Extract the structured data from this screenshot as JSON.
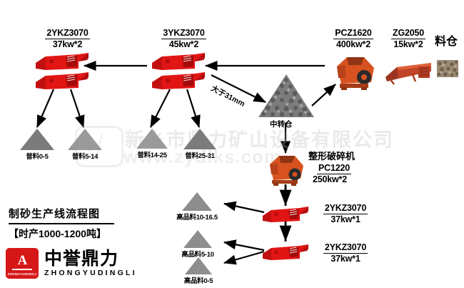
{
  "title_block": {
    "line1": "制砂生产线流程图",
    "line2": "【时产1000-1200吨】"
  },
  "brand": {
    "logo_glyph": "A",
    "logo_sub": "ZHONGYUDINGLI",
    "name_cn": "中誉鼎力",
    "name_en": "ZHONGYUDINGLI"
  },
  "watermark": {
    "company": "新乡市鼎力矿山设备有限公司",
    "url": "www.zydlks.com"
  },
  "machines": {
    "screen_left": {
      "model": "2YKZ3070",
      "power": "37kw*2"
    },
    "screen_mid": {
      "model": "3YKZ3070",
      "power": "45kw*2"
    },
    "hammer_crusher": {
      "model": "PCZ1620",
      "power": "400kw*2"
    },
    "feeder": {
      "model": "ZG2050",
      "power": "15kw*2"
    },
    "hopper": {
      "label": "料仓"
    },
    "reshaping_crusher": {
      "title": "整形破碎机",
      "model": "PC1220",
      "power": "250kw*2"
    },
    "screen_lower1": {
      "model": "2YKZ3070",
      "power": "37kw*1"
    },
    "screen_lower2": {
      "model": "2YKZ3070",
      "power": "37kw*1"
    }
  },
  "bins": {
    "transfer": "中转仓"
  },
  "flow_notes": {
    "oversize": "大于31mm"
  },
  "piles": {
    "normal": [
      {
        "label": "普料0-5"
      },
      {
        "label": "普料5-14"
      },
      {
        "label": "普料14-25"
      },
      {
        "label": "普料25-31"
      }
    ],
    "premium": [
      {
        "label": "高品料10-16.5"
      },
      {
        "label": "高品料5-10"
      },
      {
        "label": "高品料0-5"
      }
    ]
  },
  "colors": {
    "machine_red": "#e21515",
    "crusher_orange": "#d8521f",
    "feeder_red": "#bb3a22",
    "pile_gray": "#8d8d8d",
    "brand_red": "#d61718",
    "arrow": "#000000"
  }
}
